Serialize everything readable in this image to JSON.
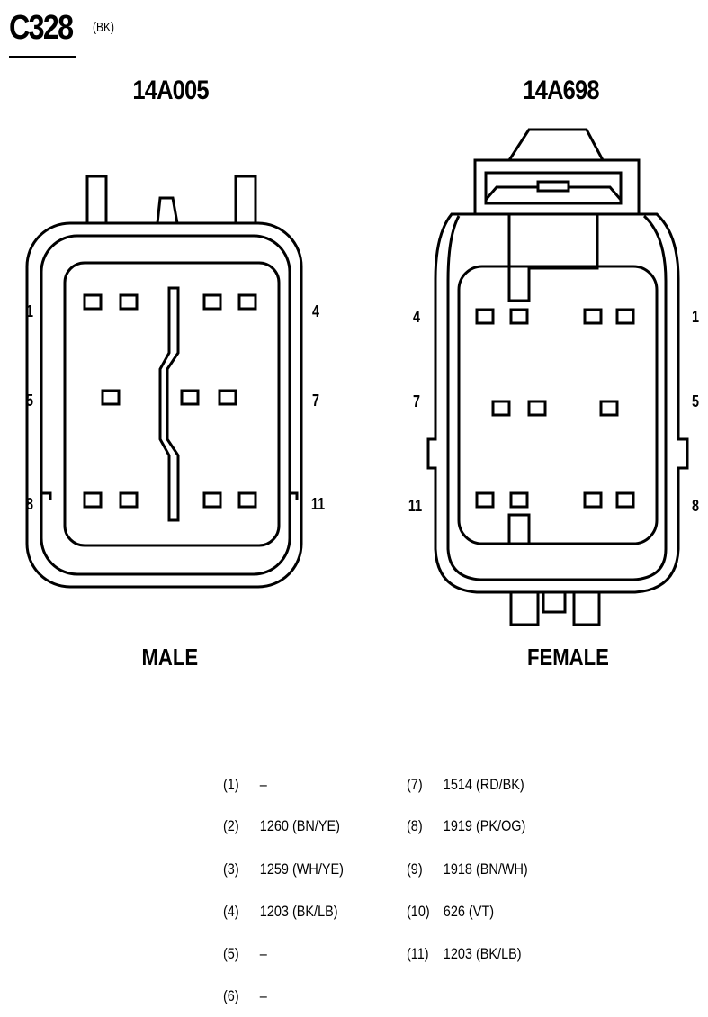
{
  "header": {
    "title": "C328",
    "color_code": "(BK)"
  },
  "connectors": [
    {
      "part_number": "14A005",
      "gender": "MALE",
      "pin_labels": {
        "left_top": "1",
        "left_mid": "5",
        "left_bottom": "8",
        "right_top": "4",
        "right_mid": "7",
        "right_bottom": "11"
      }
    },
    {
      "part_number": "14A698",
      "gender": "FEMALE",
      "pin_labels": {
        "left_top": "4",
        "left_mid": "7",
        "left_bottom": "11",
        "right_top": "1",
        "right_mid": "5",
        "right_bottom": "8"
      }
    }
  ],
  "pinout": {
    "left": [
      {
        "pin": "(1)",
        "circuit": "–"
      },
      {
        "pin": "(2)",
        "circuit": "1260 (BN/YE)"
      },
      {
        "pin": "(3)",
        "circuit": "1259 (WH/YE)"
      },
      {
        "pin": "(4)",
        "circuit": "1203 (BK/LB)"
      },
      {
        "pin": "(5)",
        "circuit": "–"
      },
      {
        "pin": "(6)",
        "circuit": "–"
      }
    ],
    "right": [
      {
        "pin": "(7)",
        "circuit": "1514 (RD/BK)"
      },
      {
        "pin": "(8)",
        "circuit": "1919 (PK/OG)"
      },
      {
        "pin": "(9)",
        "circuit": "1918 (BN/WH)"
      },
      {
        "pin": "(10)",
        "circuit": "626 (VT)"
      },
      {
        "pin": "(11)",
        "circuit": "1203 (BK/LB)"
      }
    ]
  }
}
